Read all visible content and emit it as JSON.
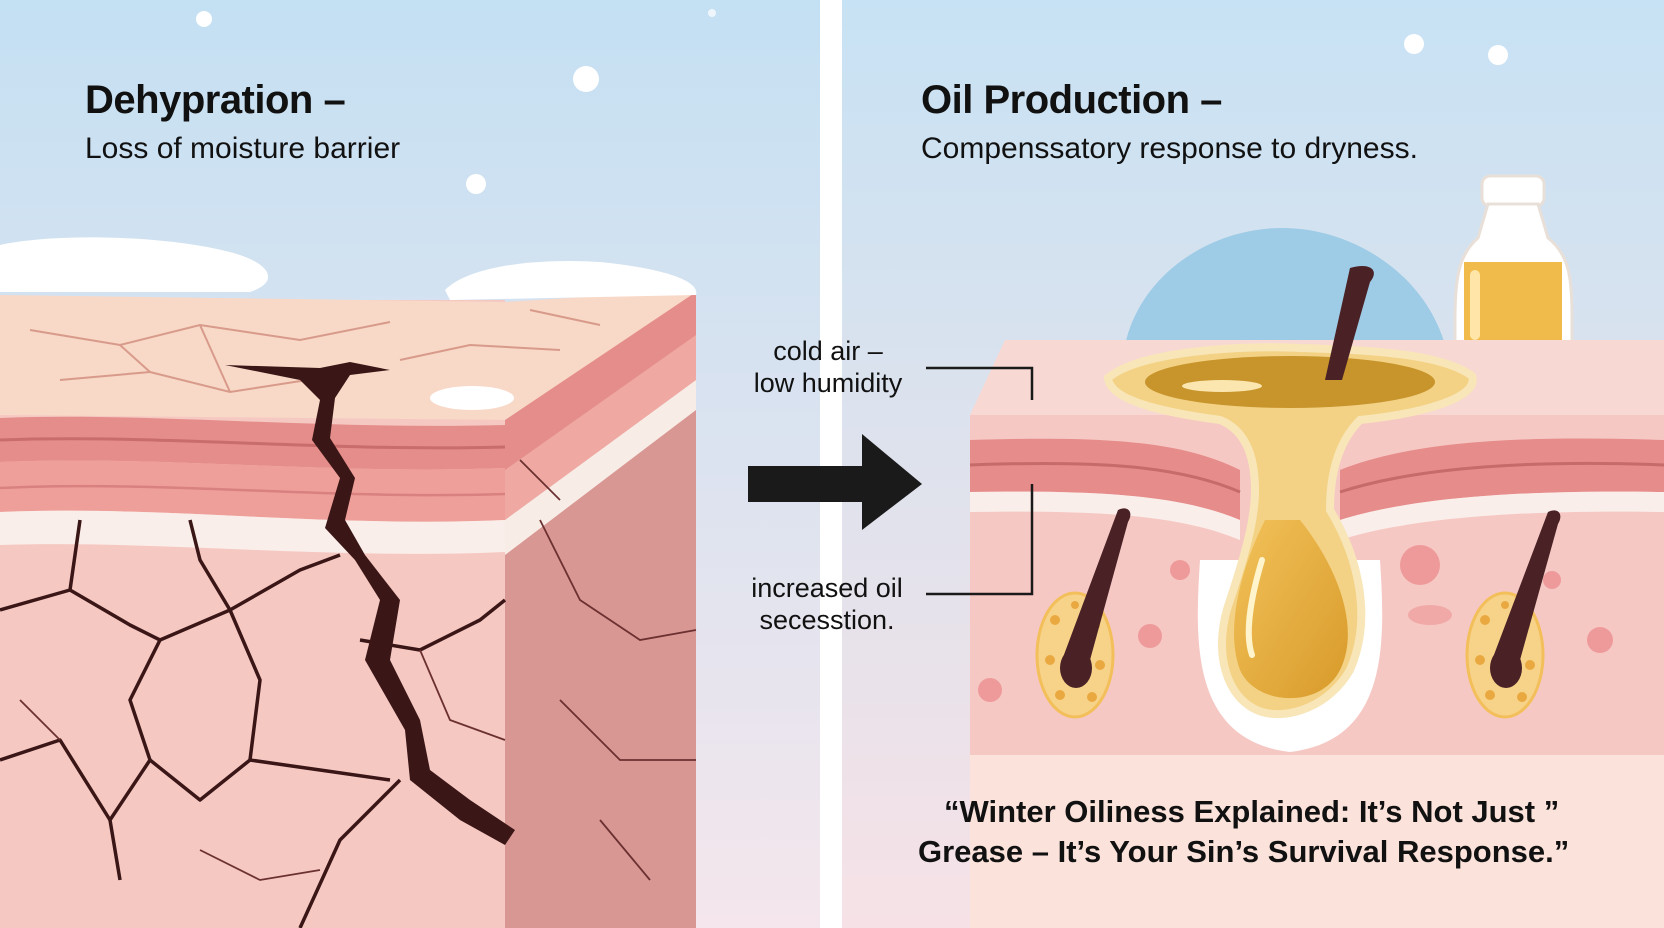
{
  "left_panel": {
    "title": "Dehypration –",
    "subtitle": "Loss of moisture barrier"
  },
  "right_panel": {
    "title": "Oil Production –",
    "subtitle": "Compenssatory response to dryness."
  },
  "labels": {
    "cause_line1": "cold air –",
    "cause_line2": "low humidity",
    "effect_line1": "increased oil",
    "effect_line2": "secesstion."
  },
  "caption": {
    "line1": "“Winter Oiliness Explained: It’s Not Just ”",
    "line2": "Grease – It’s Your Sin’s Survival Response.”"
  },
  "colors": {
    "sky": "#c9e3f4",
    "skin": "#f6c9c4",
    "skin_layer": "#e28a86",
    "crack": "#3a1616",
    "oil": "#e0a93b",
    "hair": "#4a2226",
    "arrow": "#1a1a1a"
  },
  "icons": [
    "arrow-right-icon",
    "oil-bottle-icon"
  ]
}
